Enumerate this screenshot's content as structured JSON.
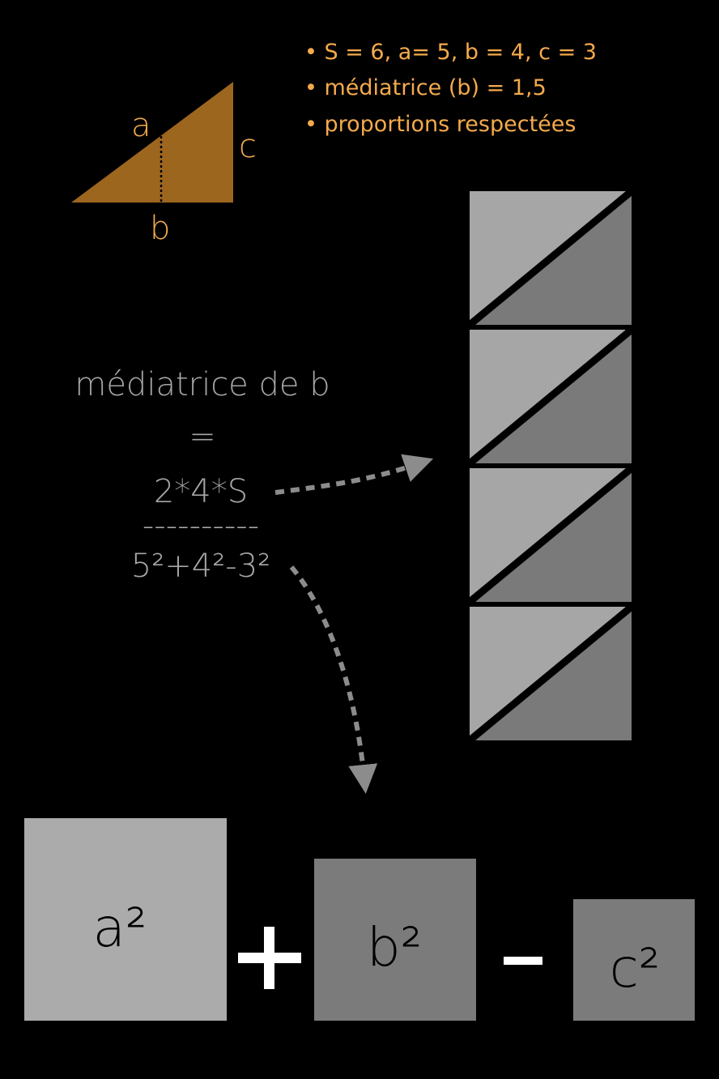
{
  "triangle": {
    "fill_color": "#9C661F",
    "label_color": "#F4AA4C",
    "labels": {
      "a": "a",
      "b": "b",
      "c": "c"
    }
  },
  "bullets": [
    "• S = 6, a= 5, b = 4, c = 3",
    "• médiatrice (b) = 1,5",
    "• proportions respectées"
  ],
  "formula": {
    "title": "médiatrice de b",
    "equals": "=",
    "numerator": "2*4*S",
    "fraction_bar": "----------",
    "denominator": "5²+4²-3²",
    "text_color": "#A6A6A6"
  },
  "tiles": {
    "count": 4,
    "light_color": "#A6A6A6",
    "dark_color": "#7A7A7A"
  },
  "squares": [
    {
      "label": "a²",
      "color": "#ABABAB"
    },
    {
      "label": "b²",
      "color": "#7B7B7B"
    },
    {
      "label": "c²",
      "color": "#7B7B7B"
    }
  ],
  "operators": {
    "plus": "+",
    "minus": "–"
  },
  "arrow_color": "#8C8C8C"
}
